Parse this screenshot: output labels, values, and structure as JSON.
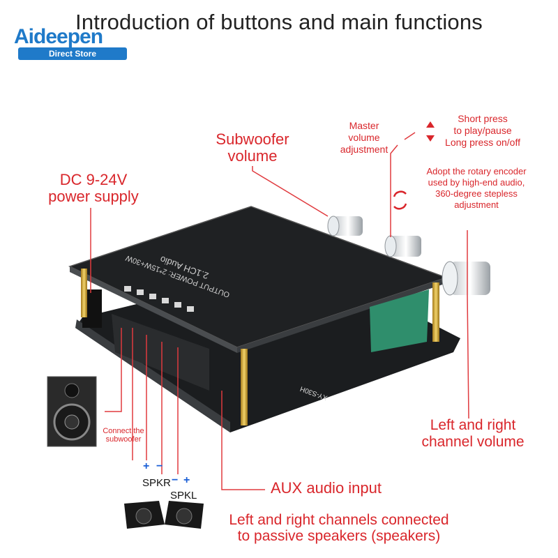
{
  "title": "Introduction of buttons and main functions",
  "logo": {
    "brand": "Aideepen",
    "subtitle": "Direct Store"
  },
  "callouts": {
    "dc_power": [
      "DC 9-24V",
      "power supply"
    ],
    "subwoofer_volume": [
      "Subwoofer",
      "volume"
    ],
    "master_volume": [
      "Master",
      "volume",
      "adjustment"
    ],
    "press": [
      "Short press",
      "to play/pause",
      "Long press on/off"
    ],
    "encoder": [
      "Adopt the rotary encoder",
      "used by high-end audio,",
      "360-degree stepless",
      "adjustment"
    ],
    "connect_subwoofer": [
      "Connect the",
      "subwoofer"
    ],
    "lr_volume": [
      "Left and right",
      "channel volume"
    ],
    "aux_input": "AUX audio input",
    "passive_speakers": [
      "Left and right channels connected",
      "to passive speakers (speakers)"
    ]
  },
  "terminals": {
    "spkr": "SPKR",
    "spkl": "SPKL",
    "plus": "+",
    "minus": "−"
  },
  "board_text": {
    "model": "XY-S30H",
    "line1": "2.1CH Audio",
    "line2": "OUTPUT POWER: 2*15W+30W"
  },
  "colors": {
    "callout": "#d9262b",
    "lines": "#e03a3e",
    "brand": "#1f7ac9"
  }
}
